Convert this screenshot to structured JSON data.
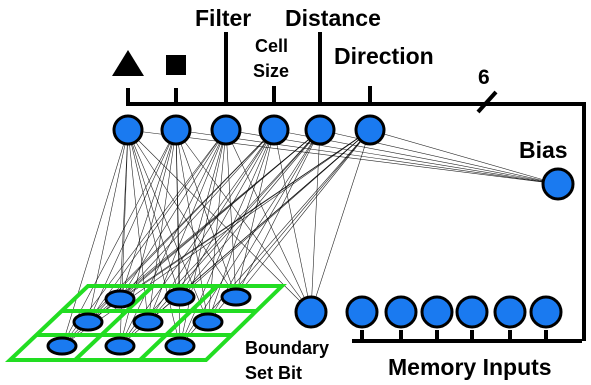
{
  "labels": {
    "filter": "Filter",
    "distance": "Distance",
    "cell": "Cell",
    "size": "Size",
    "direction": "Direction",
    "bus_width": "6",
    "bias": "Bias",
    "boundary": "Boundary",
    "set_bit": "Set Bit",
    "memory_inputs": "Memory Inputs"
  },
  "icons": [
    "triangle-icon",
    "square-icon"
  ],
  "colors": {
    "node_fill": "#1a7af0",
    "grid": "#22dd22",
    "line": "#000000"
  }
}
